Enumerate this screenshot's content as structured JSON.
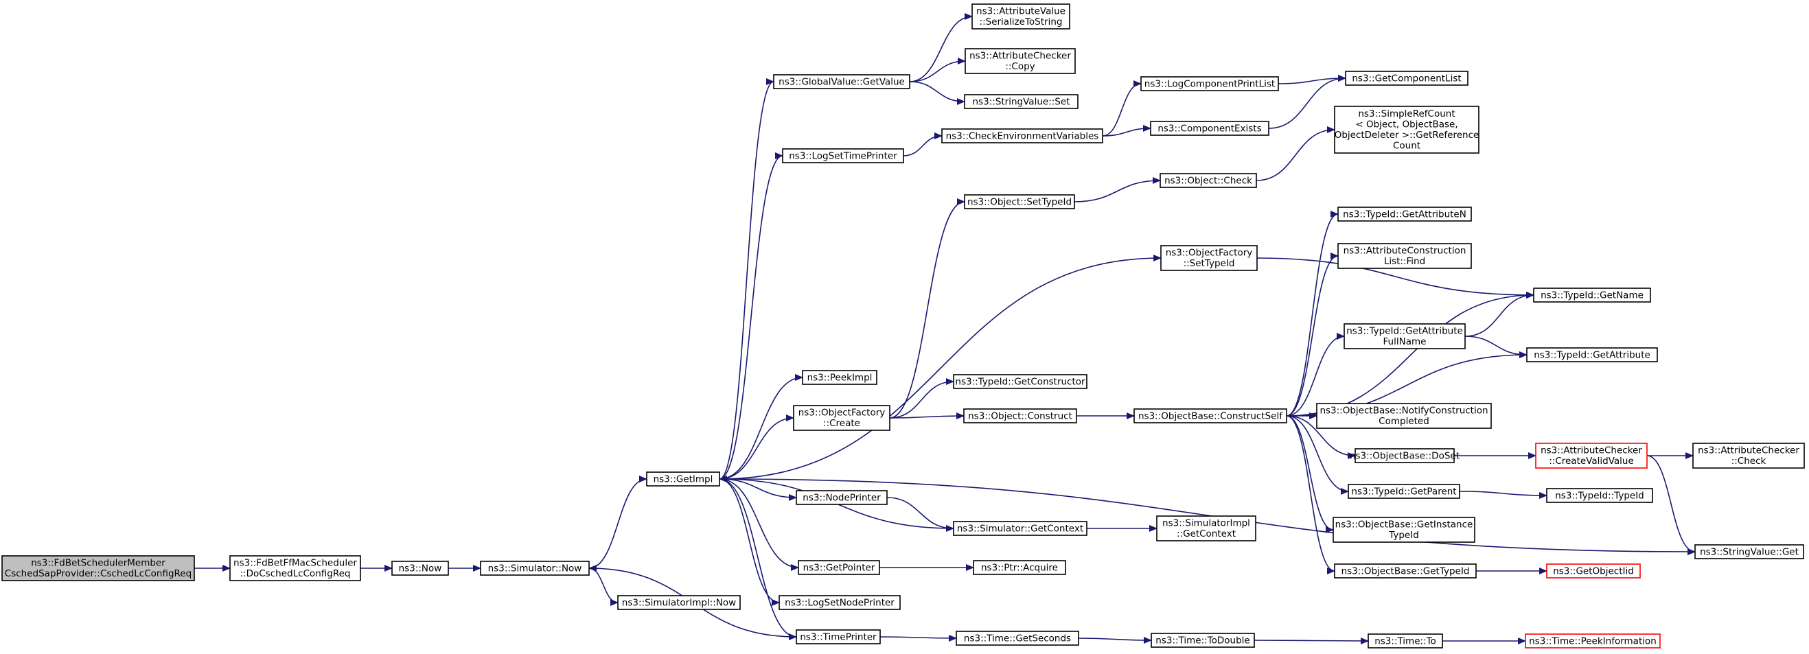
{
  "graph_data": {
    "colors": {
      "edge": "#191970",
      "root_fill": "#bfbfbf",
      "red_border": "#ff0000",
      "border": "#000000"
    },
    "nodes": [
      {
        "id": "root",
        "lines": [
          "ns3::FdBetSchedulerMember",
          "CschedSapProvider::CschedLcConfigReq"
        ],
        "style": "root"
      },
      {
        "id": "doCsched",
        "lines": [
          "ns3::FdBetFfMacScheduler",
          "::DoCschedLcConfigReq"
        ]
      },
      {
        "id": "now",
        "lines": [
          "ns3::Now"
        ]
      },
      {
        "id": "simNow",
        "lines": [
          "ns3::Simulator::Now"
        ]
      },
      {
        "id": "simImplNow",
        "lines": [
          "ns3::SimulatorImpl::Now"
        ]
      },
      {
        "id": "getImpl",
        "lines": [
          "ns3::GetImpl"
        ]
      },
      {
        "id": "globalGetValue",
        "lines": [
          "ns3::GlobalValue::GetValue"
        ]
      },
      {
        "id": "attrSerialize",
        "lines": [
          "ns3::AttributeValue",
          "::SerializeToString"
        ]
      },
      {
        "id": "attrCheckerCopy",
        "lines": [
          "ns3::AttributeChecker",
          "::Copy"
        ]
      },
      {
        "id": "stringValueSet",
        "lines": [
          "ns3::StringValue::Set"
        ]
      },
      {
        "id": "logSetTimePrinter",
        "lines": [
          "ns3::LogSetTimePrinter"
        ]
      },
      {
        "id": "checkEnv",
        "lines": [
          "ns3::CheckEnvironmentVariables"
        ]
      },
      {
        "id": "logCompPrintList",
        "lines": [
          "ns3::LogComponentPrintList"
        ]
      },
      {
        "id": "getCompList",
        "lines": [
          "ns3::GetComponentList"
        ]
      },
      {
        "id": "compExists",
        "lines": [
          "ns3::ComponentExists"
        ]
      },
      {
        "id": "simpleRefCount",
        "lines": [
          "ns3::SimpleRefCount",
          "< Object, ObjectBase,",
          "ObjectDeleter >::GetReference",
          "Count"
        ]
      },
      {
        "id": "objSetTypeId",
        "lines": [
          "ns3::Object::SetTypeId"
        ]
      },
      {
        "id": "objCheck",
        "lines": [
          "ns3::Object::Check"
        ]
      },
      {
        "id": "objFactSetTypeId",
        "lines": [
          "ns3::ObjectFactory",
          "::SetTypeId"
        ]
      },
      {
        "id": "typeGetAttrN",
        "lines": [
          "ns3::TypeId::GetAttributeN"
        ]
      },
      {
        "id": "attrConstrFind",
        "lines": [
          "ns3::AttributeConstruction",
          "List::Find"
        ]
      },
      {
        "id": "typeGetName",
        "lines": [
          "ns3::TypeId::GetName"
        ]
      },
      {
        "id": "typeGetAttrFull",
        "lines": [
          "ns3::TypeId::GetAttribute",
          "FullName"
        ]
      },
      {
        "id": "typeGetAttr",
        "lines": [
          "ns3::TypeId::GetAttribute"
        ]
      },
      {
        "id": "peekImpl",
        "lines": [
          "ns3::PeekImpl"
        ]
      },
      {
        "id": "objFactCreate",
        "lines": [
          "ns3::ObjectFactory",
          "::Create"
        ]
      },
      {
        "id": "typeGetCtor",
        "lines": [
          "ns3::TypeId::GetConstructor"
        ]
      },
      {
        "id": "objConstruct",
        "lines": [
          "ns3::Object::Construct"
        ]
      },
      {
        "id": "constructSelf",
        "lines": [
          "ns3::ObjectBase::ConstructSelf"
        ]
      },
      {
        "id": "notifyConstr",
        "lines": [
          "ns3::ObjectBase::NotifyConstruction",
          "Completed"
        ]
      },
      {
        "id": "doSet",
        "lines": [
          "ns3::ObjectBase::DoSet"
        ]
      },
      {
        "id": "createValid",
        "lines": [
          "ns3::AttributeChecker",
          "::CreateValidValue"
        ],
        "style": "red"
      },
      {
        "id": "attrCheckerCheck",
        "lines": [
          "ns3::AttributeChecker",
          "::Check"
        ]
      },
      {
        "id": "nodePrinter",
        "lines": [
          "ns3::NodePrinter"
        ]
      },
      {
        "id": "simGetContext",
        "lines": [
          "ns3::Simulator::GetContext"
        ]
      },
      {
        "id": "simImplGetContext",
        "lines": [
          "ns3::SimulatorImpl",
          "::GetContext"
        ]
      },
      {
        "id": "typeGetParent",
        "lines": [
          "ns3::TypeId::GetParent"
        ]
      },
      {
        "id": "typeTypeId",
        "lines": [
          "ns3::TypeId::TypeId"
        ]
      },
      {
        "id": "getInstanceTypeId",
        "lines": [
          "ns3::ObjectBase::GetInstance",
          "TypeId"
        ]
      },
      {
        "id": "stringValueGet",
        "lines": [
          "ns3::StringValue::Get"
        ]
      },
      {
        "id": "getPointer",
        "lines": [
          "ns3::GetPointer"
        ]
      },
      {
        "id": "ptrAcquire",
        "lines": [
          "ns3::Ptr::Acquire"
        ]
      },
      {
        "id": "objBaseGetTypeId",
        "lines": [
          "ns3::ObjectBase::GetTypeId"
        ]
      },
      {
        "id": "getObjectIid",
        "lines": [
          "ns3::GetObjectIid"
        ],
        "style": "red"
      },
      {
        "id": "logSetNodePrinter",
        "lines": [
          "ns3::LogSetNodePrinter"
        ]
      },
      {
        "id": "timePrinter",
        "lines": [
          "ns3::TimePrinter"
        ]
      },
      {
        "id": "timeGetSeconds",
        "lines": [
          "ns3::Time::GetSeconds"
        ]
      },
      {
        "id": "timeToDouble",
        "lines": [
          "ns3::Time::ToDouble"
        ]
      },
      {
        "id": "timeTo",
        "lines": [
          "ns3::Time::To"
        ]
      },
      {
        "id": "peekInfo",
        "lines": [
          "ns3::Time::PeekInformation"
        ],
        "style": "red"
      }
    ],
    "edges": [
      [
        "root",
        "doCsched"
      ],
      [
        "doCsched",
        "now"
      ],
      [
        "now",
        "simNow"
      ],
      [
        "simNow",
        "getImpl"
      ],
      [
        "simNow",
        "simImplNow"
      ],
      [
        "getImpl",
        "globalGetValue"
      ],
      [
        "getImpl",
        "logSetTimePrinter"
      ],
      [
        "getImpl",
        "objFactSetTypeId"
      ],
      [
        "getImpl",
        "peekImpl"
      ],
      [
        "getImpl",
        "objFactCreate"
      ],
      [
        "getImpl",
        "nodePrinter"
      ],
      [
        "getImpl",
        "getPointer"
      ],
      [
        "getImpl",
        "logSetNodePrinter"
      ],
      [
        "getImpl",
        "timePrinter"
      ],
      [
        "getImpl",
        "stringValueGet"
      ],
      [
        "globalGetValue",
        "attrSerialize"
      ],
      [
        "globalGetValue",
        "attrCheckerCopy"
      ],
      [
        "globalGetValue",
        "stringValueSet"
      ],
      [
        "logSetTimePrinter",
        "checkEnv"
      ],
      [
        "checkEnv",
        "logCompPrintList"
      ],
      [
        "checkEnv",
        "compExists"
      ],
      [
        "logCompPrintList",
        "getCompList"
      ],
      [
        "compExists",
        "getCompList"
      ],
      [
        "objFactSetTypeId",
        "typeGetName"
      ],
      [
        "objFactCreate",
        "objSetTypeId"
      ],
      [
        "objFactCreate",
        "typeGetCtor"
      ],
      [
        "objFactCreate",
        "objConstruct"
      ],
      [
        "objSetTypeId",
        "objCheck"
      ],
      [
        "objCheck",
        "simpleRefCount"
      ],
      [
        "objConstruct",
        "constructSelf"
      ],
      [
        "constructSelf",
        "typeGetAttrN"
      ],
      [
        "constructSelf",
        "attrConstrFind"
      ],
      [
        "constructSelf",
        "typeGetName"
      ],
      [
        "constructSelf",
        "typeGetAttrFull"
      ],
      [
        "constructSelf",
        "typeGetAttr"
      ],
      [
        "constructSelf",
        "notifyConstr"
      ],
      [
        "constructSelf",
        "doSet"
      ],
      [
        "constructSelf",
        "typeGetParent"
      ],
      [
        "constructSelf",
        "getInstanceTypeId"
      ],
      [
        "constructSelf",
        "objBaseGetTypeId"
      ],
      [
        "typeGetAttrFull",
        "typeGetName"
      ],
      [
        "typeGetAttrFull",
        "typeGetAttr"
      ],
      [
        "doSet",
        "createValid"
      ],
      [
        "createValid",
        "attrCheckerCheck"
      ],
      [
        "createValid",
        "stringValueGet"
      ],
      [
        "nodePrinter",
        "simGetContext"
      ],
      [
        "simGetContext",
        "getImpl"
      ],
      [
        "simGetContext",
        "simImplGetContext"
      ],
      [
        "typeGetParent",
        "typeTypeId"
      ],
      [
        "getPointer",
        "ptrAcquire"
      ],
      [
        "objBaseGetTypeId",
        "getObjectIid"
      ],
      [
        "timePrinter",
        "simNow"
      ],
      [
        "timePrinter",
        "timeGetSeconds"
      ],
      [
        "timeGetSeconds",
        "timeToDouble"
      ],
      [
        "timeToDouble",
        "timeTo"
      ],
      [
        "timeTo",
        "peekInfo"
      ]
    ]
  }
}
